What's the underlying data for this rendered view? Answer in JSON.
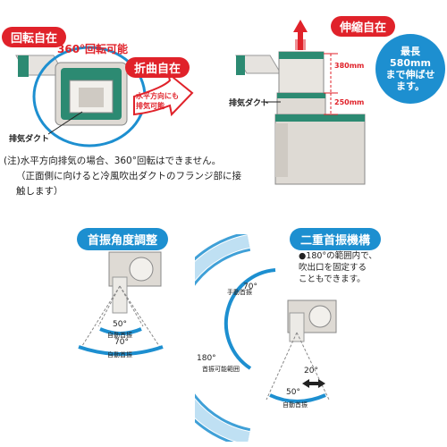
{
  "top_left": {
    "label_rotate": "回転自在",
    "label_360": "360°回転可能",
    "label_bend": "折曲自在",
    "label_horizontal": "水平方向にも\n排気可能",
    "label_exhaust": "排気ダクト"
  },
  "top_right": {
    "label_extend": "伸縮自在",
    "label_max": "最長\n580mm\nまで伸ばせ\nます。",
    "dim_380": "380mm",
    "dim_250": "250mm",
    "label_exhaust": "排気ダクト"
  },
  "note": {
    "line1": "(注)水平方向排気の場合、360°回転はできません。",
    "line2": "（正面側に向けると冷風吹出ダクトのフランジ部に接",
    "line3": "触します）"
  },
  "swing_angle": {
    "title": "首振角度調整",
    "angle_50": "50°",
    "auto_swing_1": "自動首振",
    "angle_70": "70°",
    "auto_swing_2": "自動首振"
  },
  "double_swing": {
    "title": "二重首振機構",
    "bullet": "●180°の範囲内で、\n吹出口を固定する\nこともできます。",
    "manual_swing": "手動首振",
    "angle_70": "70°",
    "angle_180": "180°",
    "manual_swing_range": "首振可能範囲",
    "angle_20": "20°",
    "angle_50": "50°",
    "auto_swing": "自動首振"
  },
  "colors": {
    "accent_blue": "#1d8fd0",
    "accent_red": "#e0222a",
    "body_green": "#2c8a72",
    "machine_gray": "#d9d5cf"
  }
}
